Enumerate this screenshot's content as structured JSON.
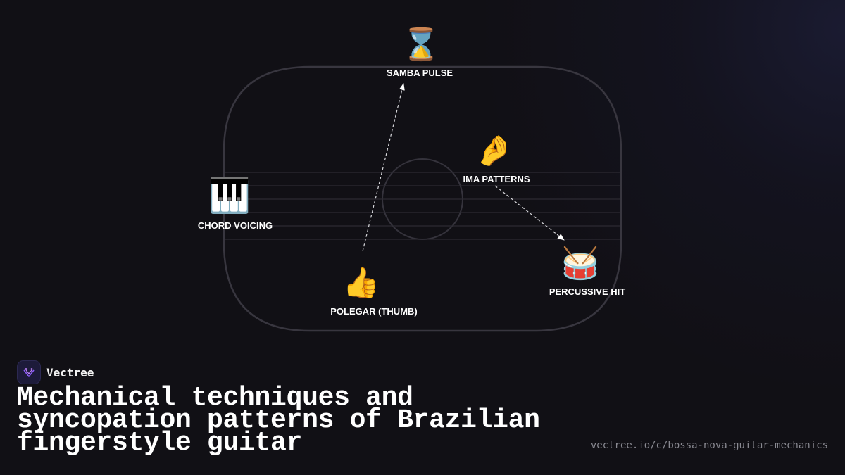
{
  "diagram": {
    "nodes": [
      {
        "id": "samba-pulse",
        "label": "SAMBA PULSE",
        "icon": "hourglass-icon",
        "glyph": "⌛"
      },
      {
        "id": "ima-patterns",
        "label": "IMA PATTERNS",
        "icon": "pinched-fingers-icon",
        "glyph": "🤌"
      },
      {
        "id": "chord-voicing",
        "label": "CHORD VOICING",
        "icon": "piano-keys-icon",
        "glyph": "🎹"
      },
      {
        "id": "percussive-hit",
        "label": "PERCUSSIVE HIT",
        "icon": "drum-icon",
        "glyph": "🥁"
      },
      {
        "id": "polegar-thumb",
        "label": "POLEGAR (THUMB)",
        "icon": "thumbs-up-icon",
        "glyph": "👍"
      }
    ],
    "edges": [
      {
        "from": "polegar-thumb",
        "to": "samba-pulse",
        "style": "dashed"
      },
      {
        "from": "ima-patterns",
        "to": "percussive-hit",
        "style": "dashed"
      }
    ],
    "background_shape": "guitar-body-outline"
  },
  "brand": {
    "name": "Vectree",
    "logo_icon": "vectree-logo-icon",
    "accent_color": "#8b5cf6"
  },
  "headline": "Mechanical techniques and syncopation patterns of Brazilian fingerstyle guitar",
  "source_url": "vectree.io/c/bossa-nova-guitar-mechanics",
  "colors": {
    "background": "#111015",
    "outline": "#38363f",
    "text": "#ffffff",
    "muted_text": "#8a8a92"
  }
}
